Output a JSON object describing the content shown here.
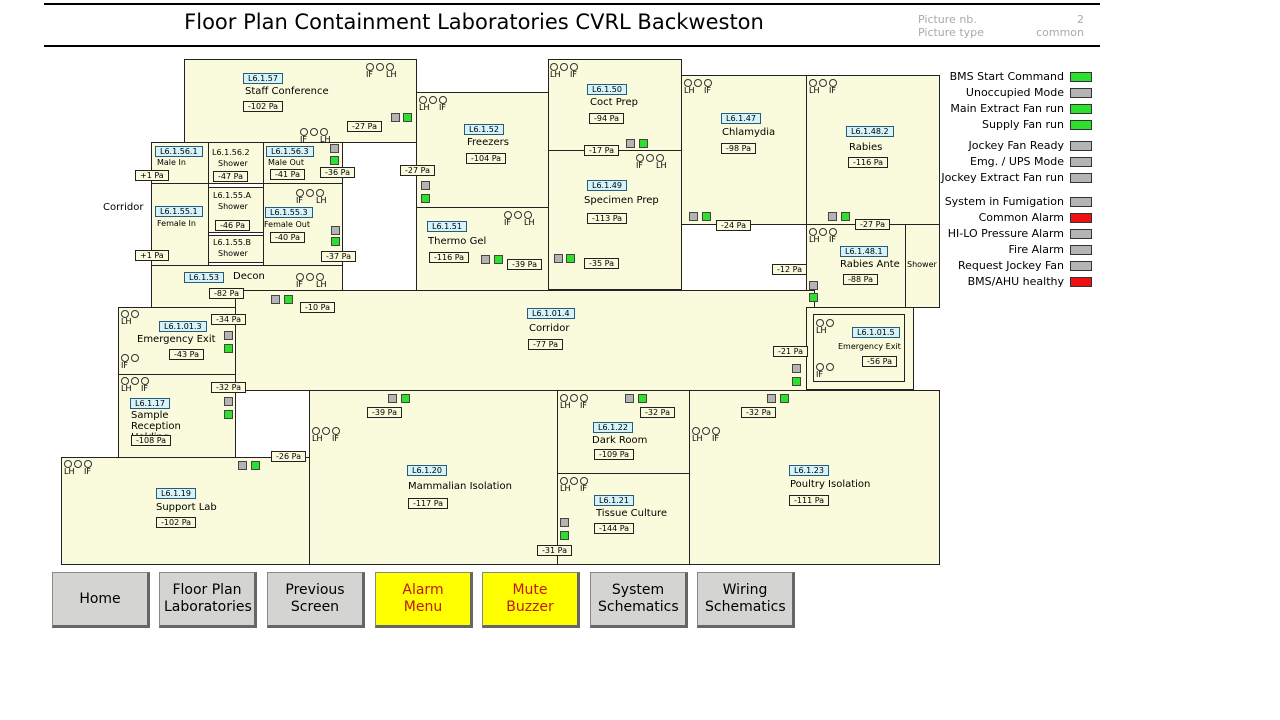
{
  "title": "Floor Plan Containment Laboratories CVRL Backweston",
  "picture": {
    "nb_label": "Picture nb.",
    "type_label": "Picture type",
    "nb_value": "2",
    "type_value": "common"
  },
  "ind": {
    "lh": "LH",
    "if": "IF"
  },
  "rooms": {
    "staff": {
      "id": "L6.1.57",
      "name": "Staff Conference",
      "pa": "-102 Pa"
    },
    "freezers": {
      "id": "L6.1.52",
      "name": "Freezers",
      "pa": "-104 Pa"
    },
    "coct": {
      "id": "L6.1.50",
      "name": "Coct Prep",
      "pa": "-94 Pa"
    },
    "chlamydia": {
      "id": "L6.1.47",
      "name": "Chlamydia",
      "pa": "-98 Pa"
    },
    "rabies": {
      "id": "L6.1.48.2",
      "name": "Rabies",
      "pa": "-116 Pa"
    },
    "malein": {
      "id": "L6.1.56.1",
      "name": "Male In"
    },
    "shower562": {
      "id": "L6.1.56.2",
      "name": "Shower",
      "pa": "-47 Pa"
    },
    "maleout": {
      "id": "L6.1.56.3",
      "name": "Male Out",
      "pa": "-41 Pa"
    },
    "showerA": {
      "id": "L6.1.55.A",
      "name": "Shower",
      "pa": "-46 Pa"
    },
    "showerB": {
      "id": "L6.1.55.B",
      "name": "Shower"
    },
    "femalein": {
      "id": "L6.1.55.1",
      "name": "Female In"
    },
    "femaleout": {
      "id": "L6.1.55.3",
      "name": "Female Out",
      "pa": "-40 Pa"
    },
    "specimen": {
      "id": "L6.1.49",
      "name": "Specimen Prep",
      "pa": "-113 Pa"
    },
    "thermo": {
      "id": "L6.1.51",
      "name": "Thermo Gel",
      "pa": "-116 Pa"
    },
    "decon": {
      "id": "L6.1.53",
      "name": "Decon",
      "pa": "-82 Pa"
    },
    "rabiesante": {
      "id": "L6.1.48.1",
      "name": "Rabies Ante",
      "pa": "-88 Pa"
    },
    "shower_r": {
      "name": "Shower"
    },
    "emergency1": {
      "id": "L6.1.01.3",
      "name": "Emergency Exit",
      "pa": "-43 Pa"
    },
    "corridor_c": {
      "id": "L6.1.01.4",
      "name": "Corridor",
      "pa": "-77 Pa"
    },
    "emergency2": {
      "id": "L6.1.01.5",
      "name": "Emergency Exit",
      "pa": "-56 Pa"
    },
    "sample": {
      "id": "L6.1.17",
      "name": "Sample Reception Holding",
      "pa": "-108 Pa"
    },
    "darkroom": {
      "id": "L6.1.22",
      "name": "Dark Room",
      "pa": "-109 Pa"
    },
    "mammalian": {
      "id": "L6.1.20",
      "name": "Mammalian Isolation",
      "pa": "-117 Pa"
    },
    "poultry": {
      "id": "L6.1.23",
      "name": "Poultry Isolation",
      "pa": "-111 Pa"
    },
    "support": {
      "id": "L6.1.19",
      "name": "Support Lab",
      "pa": "-102 Pa"
    },
    "tissue": {
      "id": "L6.1.21",
      "name": "Tissue Culture",
      "pa": "-144 Pa"
    }
  },
  "corridor_left": "Corridor",
  "door_pa": {
    "d1": "-27 Pa",
    "d2": "-36 Pa",
    "d3": "+1 Pa",
    "d4": "-27 Pa",
    "d5": "-17 Pa",
    "d6": "-24 Pa",
    "d7": "-27 Pa",
    "d8": "+1 Pa",
    "d9": "-37 Pa",
    "d10": "-39 Pa",
    "d11": "-35 Pa",
    "d12": "-12 Pa",
    "d13": "-10 Pa",
    "d14": "-34 Pa",
    "d15": "-21 Pa",
    "d16": "-32 Pa",
    "d17": "-39 Pa",
    "d18": "-32 Pa",
    "d19": "-32 Pa",
    "d20": "-26 Pa",
    "d21": "-31 Pa"
  },
  "status": [
    {
      "label": "BMS Start Command",
      "state": "green"
    },
    {
      "label": "Unoccupied Mode",
      "state": "grey"
    },
    {
      "label": "Main Extract Fan run",
      "state": "green"
    },
    {
      "label": "Supply Fan run",
      "state": "green"
    },
    {
      "label": "Jockey Fan Ready",
      "state": "grey"
    },
    {
      "label": "Emg. / UPS Mode",
      "state": "grey"
    },
    {
      "label": "Jockey Extract Fan run",
      "state": "grey"
    },
    {
      "label": "System in Fumigation",
      "state": "grey"
    },
    {
      "label": "Common Alarm",
      "state": "red"
    },
    {
      "label": "HI-LO Pressure Alarm",
      "state": "grey"
    },
    {
      "label": "Fire Alarm",
      "state": "grey"
    },
    {
      "label": "Request Jockey Fan",
      "state": "grey"
    },
    {
      "label": "BMS/AHU healthy",
      "state": "red"
    }
  ],
  "colors": {
    "ok": "#2ee02e",
    "off": "#b4b4b4",
    "alarm": "#ee1111",
    "button_highlight": "#ffff00"
  },
  "buttons": {
    "home": "Home",
    "floorplan": "Floor Plan Laboratories",
    "previous": "Previous Screen",
    "alarm": "Alarm Menu",
    "mute": "Mute Buzzer",
    "system": "System Schematics",
    "wiring": "Wiring Schematics"
  }
}
